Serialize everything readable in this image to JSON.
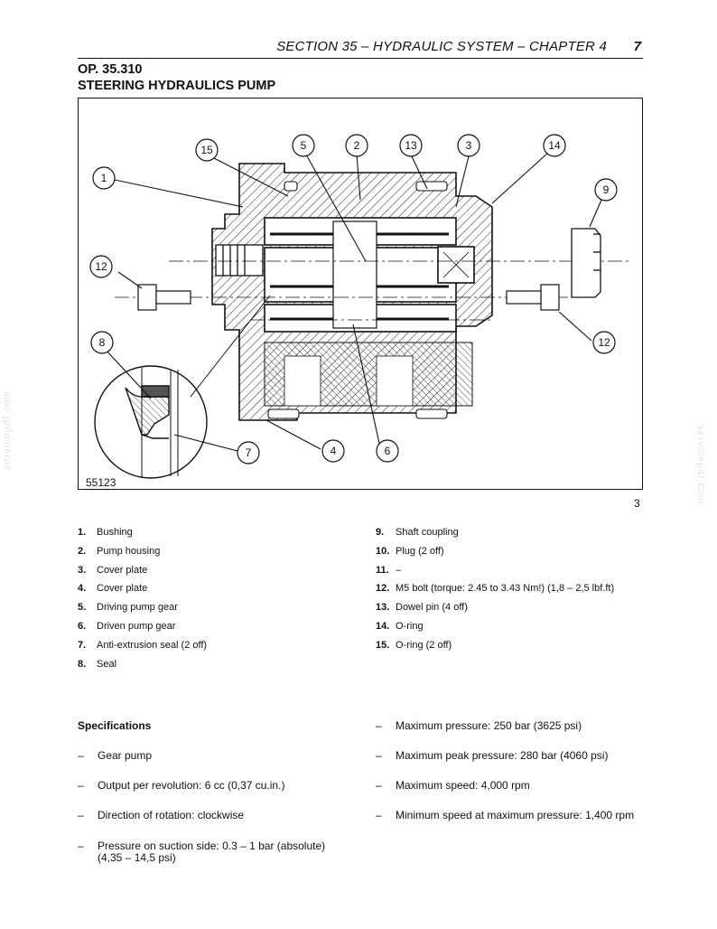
{
  "header": {
    "section": "SECTION 35 – HYDRAULIC SYSTEM – CHAPTER 4",
    "page": "7"
  },
  "op": {
    "code": "OP. 35.310",
    "title": "STEERING HYDRAULICS PUMP"
  },
  "figure": {
    "code": "55123",
    "number": "3",
    "callouts": [
      "15",
      "5",
      "2",
      "13",
      "3",
      "14",
      "1",
      "9",
      "12",
      "8",
      "12",
      "7",
      "4",
      "6"
    ]
  },
  "legend": {
    "left": [
      {
        "n": "1.",
        "t": "Bushing"
      },
      {
        "n": "2.",
        "t": "Pump housing"
      },
      {
        "n": "3.",
        "t": "Cover plate"
      },
      {
        "n": "4.",
        "t": "Cover plate"
      },
      {
        "n": "5.",
        "t": "Driving pump gear"
      },
      {
        "n": "6.",
        "t": "Driven pump gear"
      },
      {
        "n": "7.",
        "t": "Anti-extrusion seal (2 off)"
      },
      {
        "n": "8.",
        "t": "Seal"
      }
    ],
    "right": [
      {
        "n": "9.",
        "t": "Shaft coupling"
      },
      {
        "n": "10.",
        "t": "Plug (2 off)"
      },
      {
        "n": "11.",
        "t": "–"
      },
      {
        "n": "12.",
        "t": "M5 bolt (torque: 2.45 to 3.43 Nm!) (1,8 – 2,5 lbf.ft)"
      },
      {
        "n": "13.",
        "t": "Dowel pin (4 off)"
      },
      {
        "n": "14.",
        "t": "O-ring"
      },
      {
        "n": "15.",
        "t": "O-ring (2 off)"
      }
    ]
  },
  "specs": {
    "title": "Specifications",
    "dash": "–",
    "left": [
      "Gear pump",
      "Output per revolution: 6 cc (0,37 cu.in.)",
      "Direction of rotation: clockwise",
      "Pressure on suction side: 0.3 – 1 bar (absolute) (4,35 – 14,5 psi)"
    ],
    "right": [
      "Maximum pressure: 250 bar (3625 psi)",
      "Maximum peak pressure: 280 bar (4060 psi)",
      "Maximum speed: 4,000 rpm",
      "Minimum speed at maximum pressure: 1,400 rpm"
    ]
  },
  "watermark": "servicepdf.com"
}
